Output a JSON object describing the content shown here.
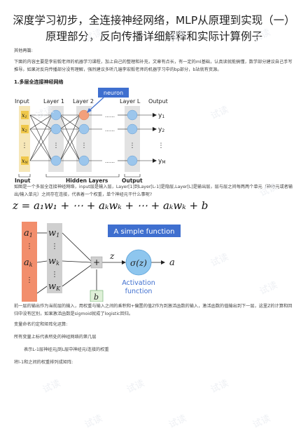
{
  "title": "深度学习初步，全连接神经网络，MLP从原理到实现（一）原理部分，反向传播详细解释和实际计算例子",
  "intro_label": "其他再篇:",
  "intro_text": "下面的内容主要是李宏毅老师的机器学习课程，加上自己的整理和补充，文章有点长，有一定的ml基础，认真读就能搞懂，数学部分建议自己手写推导。如果对反向传播部分没有理解，强烈建议多听几遍李宏毅老师的机器学习中的bp部分，b站就有资源。",
  "section1": "1.多层全连接神经网络",
  "fig1": {
    "callout": "neuron",
    "input_label": "Input",
    "layer1": "Layer 1",
    "layer2": "Layer 2",
    "layerL": "Layer L",
    "output_label": "Output",
    "x1": "x",
    "x1s": "1",
    "x2": "x",
    "x2s": "2",
    "xn": "x",
    "xns": "N",
    "y1": "y",
    "y1s": "1",
    "y2": "y",
    "y2s": "2",
    "ym": "y",
    "yms": "M",
    "bottom_input": "Input",
    "bottom_output": "Output",
    "bottom_hidden": "Hidden Layers",
    "dots": "……"
  },
  "fig1_caption": "如图是一个多层全连接神经网络，input层是输入层，Layer[1]到Layer[L-1]是隐层,Layer[L]是输出层，层与层之间每两两个单元（神经元或者输出/输入单元）之间存在连接，代表着一个权重，单个神经元干什么事呢?",
  "formula": "z = a₁w₁ + ⋯ + aₖwₖ + ⋯ + aₖwₖ + b",
  "fig2": {
    "a1": "a",
    "a1s": "1",
    "ak": "a",
    "aks": "k",
    "w1": "w",
    "w1s": "1",
    "wk": "w",
    "wks": "k",
    "wK": "w",
    "wKs": "K",
    "plus": "+",
    "z": "z",
    "sigma": "σ(z)",
    "a_out": "a",
    "b": "b",
    "title": "A simple function",
    "activation1": "Activation",
    "activation2": "function"
  },
  "para2": "前一层的输出作为当前层的输入，用权重与输入之间的乘积和+偏置的值Z作为到激活函数的输入，激活函数的值输出到下一层，这里Z的计算和回归中没有区别，如果激活函数是sigmoid就成了logistic回归。",
  "para3": "变量命名约定和矩阵化运算:",
  "para4": "所有变量上标代表所处的神经网络的第几层",
  "para5": "表示L-1层神经元j到L层中神经元i连接的权重",
  "para6": "将l-1和之间的权重排列成矩阵:",
  "watermark": "试读"
}
